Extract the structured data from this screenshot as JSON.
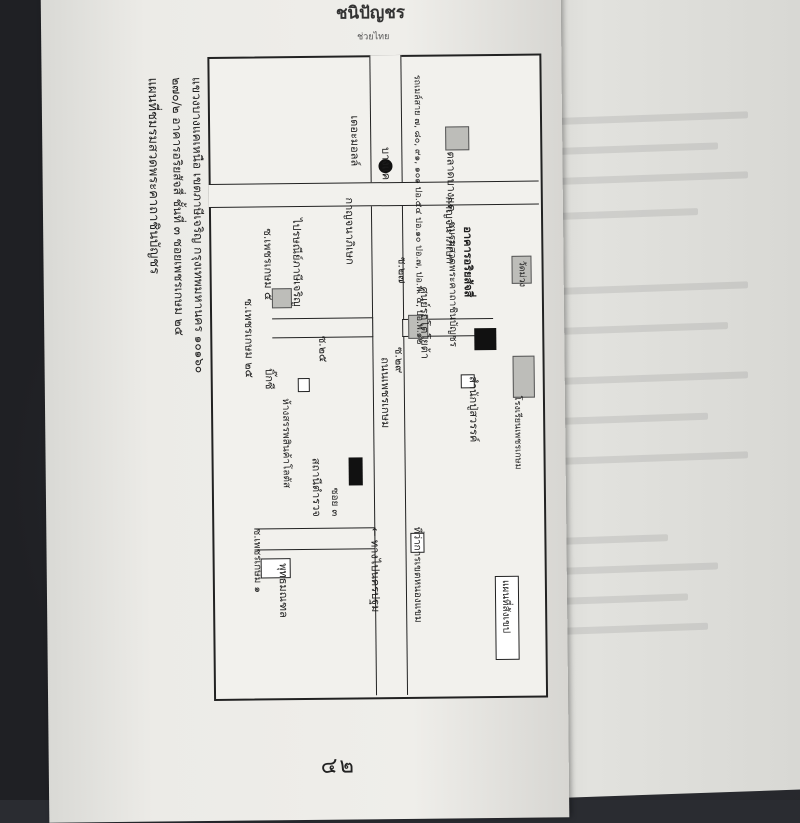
{
  "page": {
    "header_title": "ชนิปัญชร",
    "header_sub": "ช่วยไทย",
    "page_number": "๔๒"
  },
  "caption": {
    "line1": "แผนที่ชมรมสวดพระคาถาชินบัญชร",
    "line2": "๒๗๐/๒ อาคารอริยสัจสี่ ชั้นที่ ๓ ซอยเพชรเกษม ๒๕",
    "line3": "แขวงบางแคเหนือ เขตภาษีเจริญ กรุงเทพมหานคร ๑๐๑๖๐"
  },
  "map": {
    "labels": {
      "dcare": "เดอะมอลล์",
      "bangkae": "บางแค",
      "market": "ตลาดบางแค",
      "kanchana": "กาญจนาภิเษก",
      "kanchana2": "กาญจนาภิเษก",
      "soi_phetkasem_side": "ซ.เพชรเกษม ๕",
      "bus_lines": "รถเมล์สาย ๗, ๘๐, ๙๑, ๑๐๑ ปอ.๕๔ ปอ.๑๐ ปอ.๗, ปอ.พ. ๔, ปอ.พ.๑๒",
      "soi_phetkasem_upper": "ซ.เพชรเกษม ๒๕",
      "bank": "ไปรษณีย์ภาษีเจริญ",
      "temple_ad": "ศูนย์รถโตโยต้า",
      "ariyasat": "อาคารอริยสัจสี่",
      "chinnabanchorn": "ชมรมสวดพระคาถาชินบัญชร",
      "soi_25": "ซ.๒๕",
      "soi_29": "ซ.๒๙",
      "soi_27": "ซ.๒๗",
      "wat_muang": "วัดม่วง",
      "phetkasem_road": "ถนนเพชรเกษม",
      "big_c": "บิ๊กซี",
      "tesco": "ห้างสรรพสินค้าโลตัส",
      "palace": "สำนักปู่สวรรค์",
      "police": "สถานีตำรวจ",
      "soi_3": "ซอย ๓",
      "school": "โรงเรียนเพชรเกษม",
      "phutthamonthon": "พุทธมณฑล",
      "soi_phetkasem_lower": "ซ.เพชรเกษม ๑",
      "to_nakhon_pathom": "← ทางไปนครปฐม",
      "district_office": "ที่ว่าการเขตหนองแขม",
      "legend": "แผนที่สังเขป"
    }
  }
}
